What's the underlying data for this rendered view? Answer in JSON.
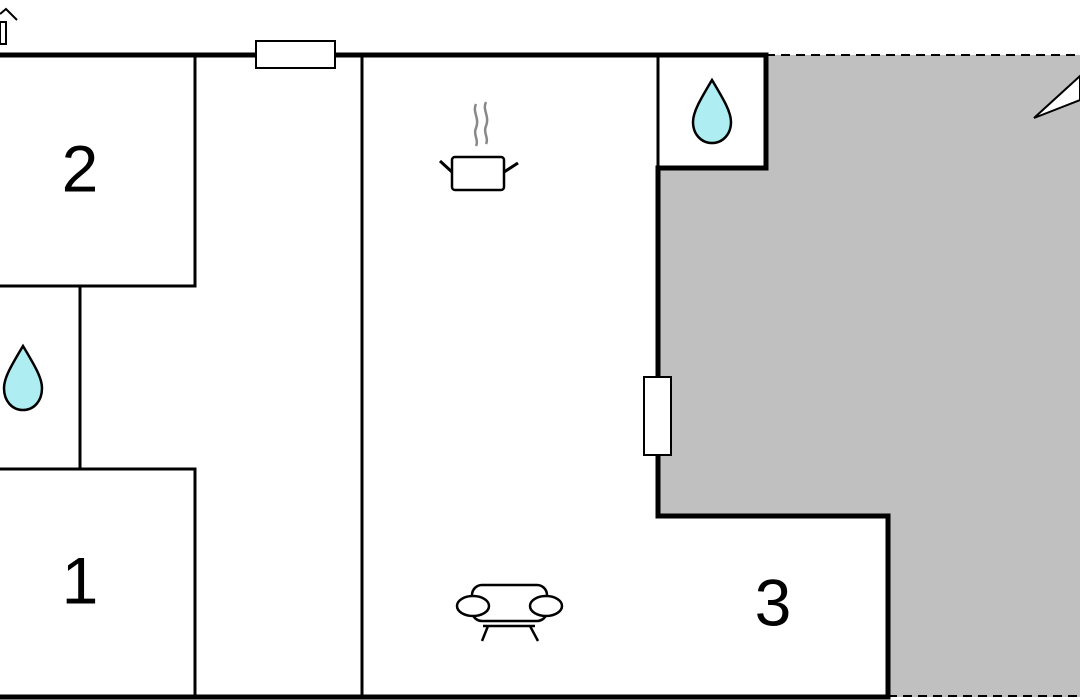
{
  "colors": {
    "wall": "#000000",
    "terrace": "#c0c0c0",
    "water": "#aeeef2",
    "background": "#ffffff"
  },
  "rooms": [
    {
      "number": "1"
    },
    {
      "number": "2"
    },
    {
      "number": "3"
    }
  ],
  "icons": [
    "water-drop-icon",
    "cooking-pot-icon",
    "sofa-icon",
    "house-icon",
    "compass-arrow-icon"
  ]
}
